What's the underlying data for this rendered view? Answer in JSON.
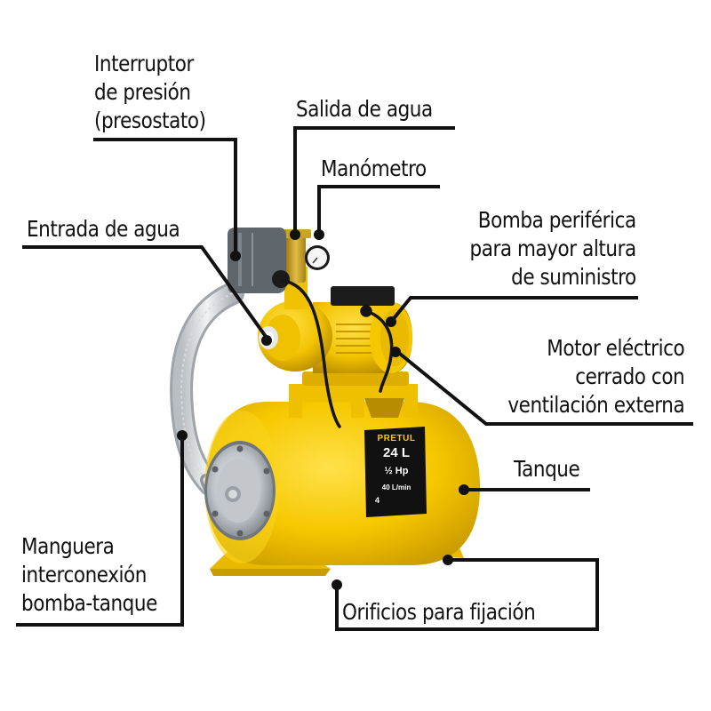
{
  "product": {
    "brand": "PRETUL",
    "capacity": "24 L",
    "power": "½ Hp",
    "flow": "40 L/min",
    "outlets": "4",
    "colors": {
      "body_yellow": "#F6C800",
      "yellow_shadow": "#D9A800",
      "switch_gray": "#5E666C",
      "brass": "#C9A227",
      "steel": "#C8CCD0",
      "label_black": "#111111",
      "line_black": "#111111",
      "background": "#FFFFFF"
    }
  },
  "callouts": [
    {
      "id": "pressure-switch",
      "lines": [
        "Interruptor",
        "de presión",
        "(presostato)"
      ]
    },
    {
      "id": "water-outlet",
      "lines": [
        "Salida de agua"
      ]
    },
    {
      "id": "pressure-gauge",
      "lines": [
        "Manómetro"
      ]
    },
    {
      "id": "water-inlet",
      "lines": [
        "Entrada de agua"
      ]
    },
    {
      "id": "peripheral-pump",
      "lines": [
        "Bomba periférica",
        "para mayor altura",
        "de suministro"
      ]
    },
    {
      "id": "electric-motor",
      "lines": [
        "Motor eléctrico",
        "cerrado con",
        "ventilación externa"
      ]
    },
    {
      "id": "tank",
      "lines": [
        "Tanque"
      ]
    },
    {
      "id": "hose",
      "lines": [
        "Manguera",
        "interconexión",
        "bomba-tanque"
      ]
    },
    {
      "id": "mounting-holes",
      "lines": [
        "Orificios para fijación"
      ]
    }
  ]
}
